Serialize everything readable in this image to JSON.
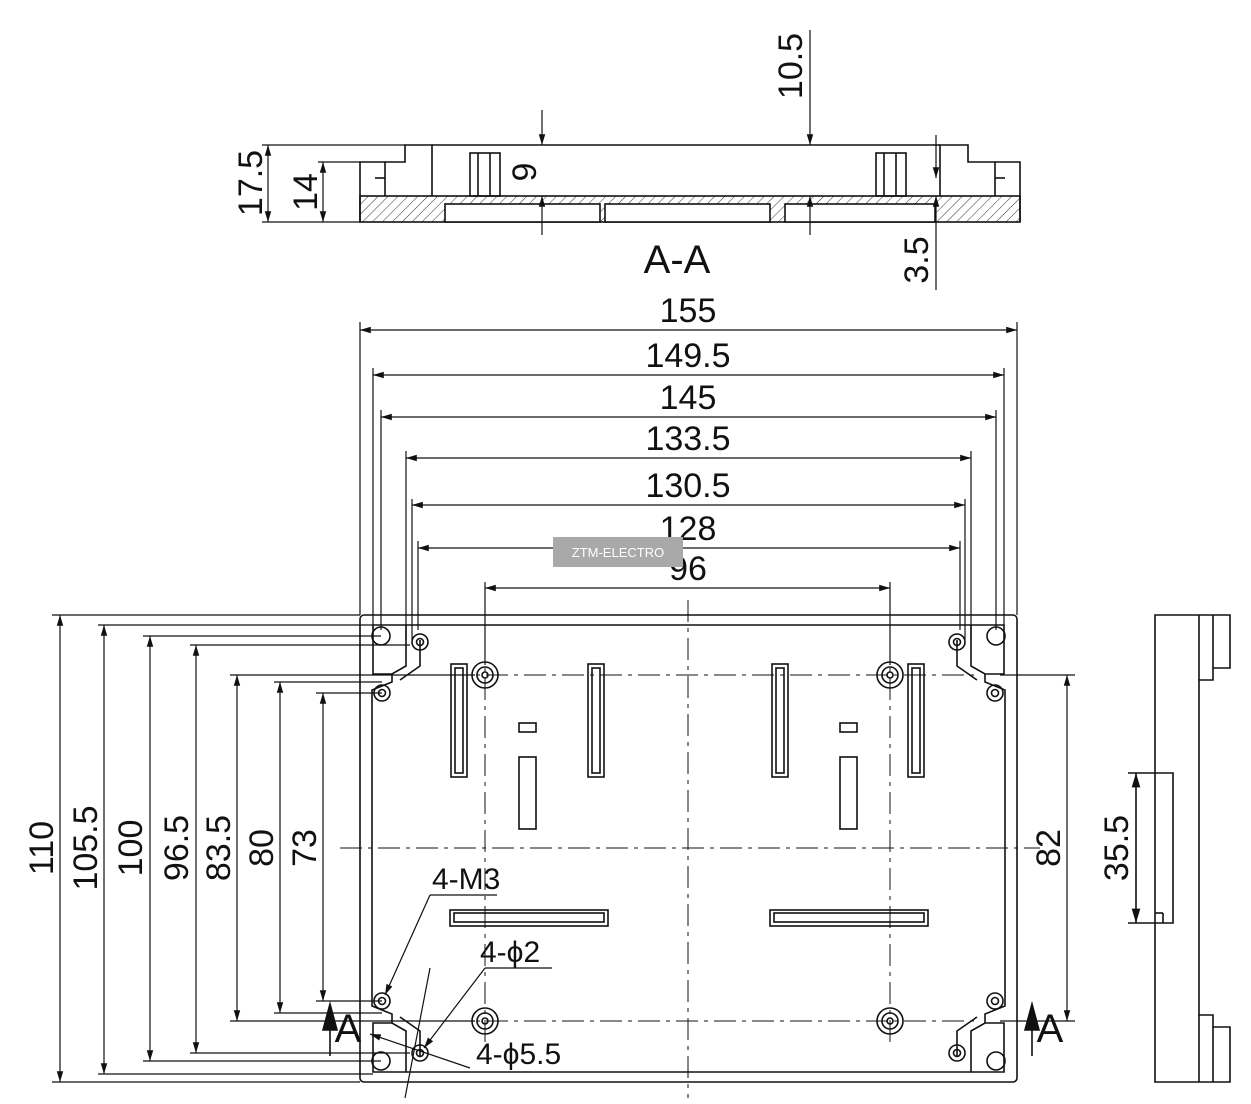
{
  "section_label": "A-A",
  "watermark": "ZTM-ELECTRO",
  "section_arrow_letter": "A",
  "notes": {
    "thread_holes": "4-M3",
    "pin_holes": "4-ϕ2",
    "mount_holes": "4-ϕ5.5"
  },
  "section_dims": {
    "total_height": "17.5",
    "inner_height": "14",
    "slot_depth": "9",
    "top_offset": "10.5",
    "floor_thickness": "3.5"
  },
  "width_dims": [
    "155",
    "149.5",
    "145",
    "133.5",
    "130.5",
    "128",
    "96"
  ],
  "height_dims": [
    "110",
    "105.5",
    "100",
    "96.5",
    "83.5",
    "80",
    "73"
  ],
  "right_dims": {
    "inner_height": "82",
    "side_slot": "35.5"
  }
}
